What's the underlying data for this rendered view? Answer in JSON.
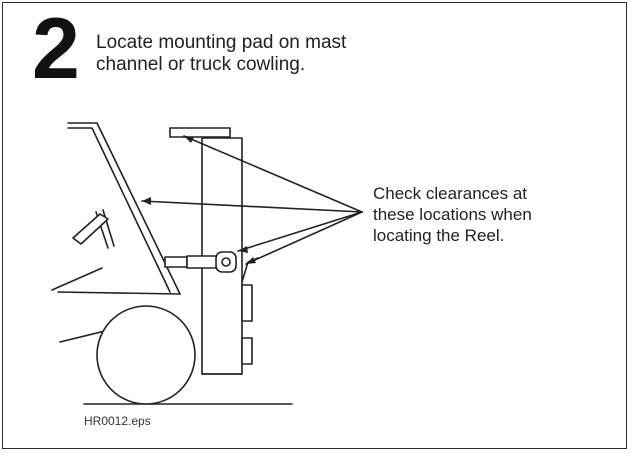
{
  "step": {
    "number": "2",
    "instruction": "Locate mounting pad on mast\nchannel or truck cowling."
  },
  "callout": {
    "text": "Check clearances at\nthese locations when\nlocating the Reel."
  },
  "figure": {
    "file_label": "HR0012.eps"
  },
  "colors": {
    "line": "#222222",
    "frame": "#2b2b2b",
    "background": "#ffffff"
  }
}
